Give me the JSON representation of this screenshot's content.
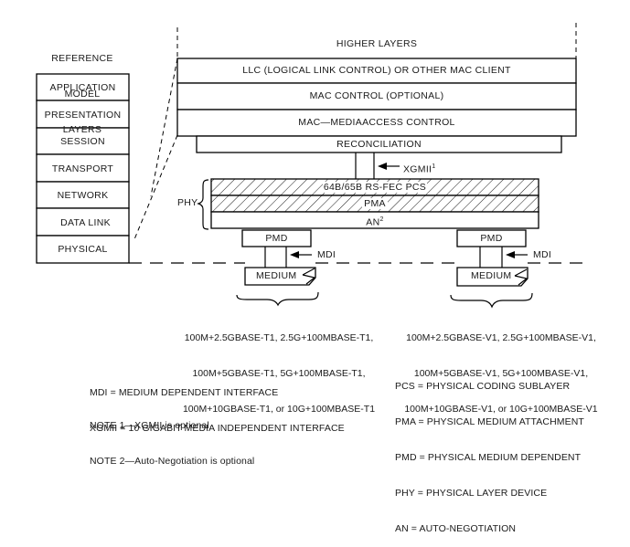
{
  "reference_model": {
    "heading": [
      "REFERENCE",
      "MODEL",
      "LAYERS"
    ],
    "layers": [
      "APPLICATION",
      "PRESENTATION",
      "SESSION",
      "TRANSPORT",
      "NETWORK",
      "DATA LINK",
      "PHYSICAL"
    ]
  },
  "stack": {
    "higher_layers": "HIGHER LAYERS",
    "llc": "LLC (LOGICAL LINK CONTROL) OR OTHER MAC CLIENT",
    "mac_control": "MAC CONTROL (OPTIONAL)",
    "mac": "MAC—MEDIAACCESS CONTROL",
    "reconciliation": "RECONCILIATION",
    "xgmii_label": "XGMII",
    "xgmii_note_ref": "1",
    "phy_label": "PHY",
    "pcs": "64B/65B RS-FEC PCS",
    "pma": "PMA",
    "an": "AN",
    "an_note_ref": "2",
    "left_branch": {
      "pmd": "PMD",
      "mdi": "MDI",
      "medium": "MEDIUM"
    },
    "right_branch": {
      "pmd": "PMD",
      "mdi": "MDI",
      "medium": "MEDIUM"
    }
  },
  "variants": {
    "left": [
      "100M+2.5GBASE-T1, 2.5G+100MBASE-T1,",
      "100M+5GBASE-T1, 5G+100MBASE-T1,",
      "100M+10GBASE-T1, or 10G+100MBASE-T1"
    ],
    "right": [
      "100M+2.5GBASE-V1, 2.5G+100MBASE-V1,",
      "100M+5GBASE-V1, 5G+100MBASE-V1,",
      "100M+10GBASE-V1, or 10G+100MBASE-V1"
    ]
  },
  "legend": {
    "left": [
      "MDI = MEDIUM DEPENDENT INTERFACE",
      "XGMII = 10 GIGABIT MEDIA INDEPENDENT INTERFACE"
    ],
    "notes": [
      "NOTE 1—XGMII is optional",
      "NOTE 2—Auto-Negotiation is optional"
    ],
    "right": [
      "PCS = PHYSICAL CODING SUBLAYER",
      "PMA = PHYSICAL MEDIUM ATTACHMENT",
      "PMD = PHYSICAL MEDIUM DEPENDENT",
      "PHY = PHYSICAL LAYER DEVICE",
      "AN = AUTO-NEGOTIATION"
    ]
  }
}
